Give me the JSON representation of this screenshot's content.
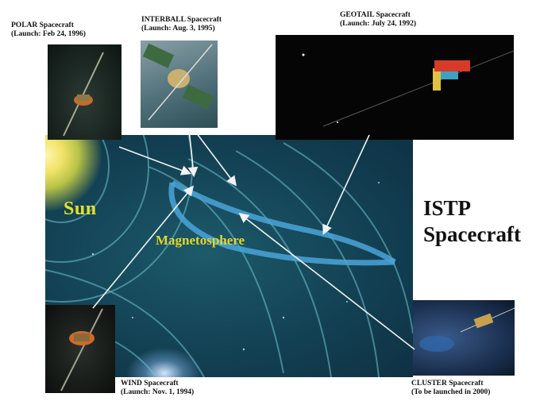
{
  "captions": {
    "polar": {
      "line1": "POLAR Spacecraft",
      "line2": "(Launch: Feb 24, 1996)"
    },
    "interball": {
      "line1": "INTERBALL Spacecraft",
      "line2": "(Launch: Aug. 3, 1995)"
    },
    "geotail": {
      "line1": "GEOTAIL Spacecraft",
      "line2": "(Launch: July 24, 1992)"
    },
    "wind": {
      "line1": "WIND Spacecraft",
      "line2": "(Launch: Nov. 1, 1994)"
    },
    "cluster": {
      "line1": "CLUSTER Spacecraft",
      "line2": "(To be launched in 2000)"
    }
  },
  "scene_labels": {
    "sun": "Sun",
    "magnetosphere": "Magnetosphere"
  },
  "title": {
    "line1": "ISTP",
    "line2": "Spacecraft"
  },
  "colors": {
    "sun_label": "#e7e02a",
    "magnetosphere_label": "#e3d62b",
    "arrows": "#f2f2f2",
    "background": "#ffffff"
  }
}
